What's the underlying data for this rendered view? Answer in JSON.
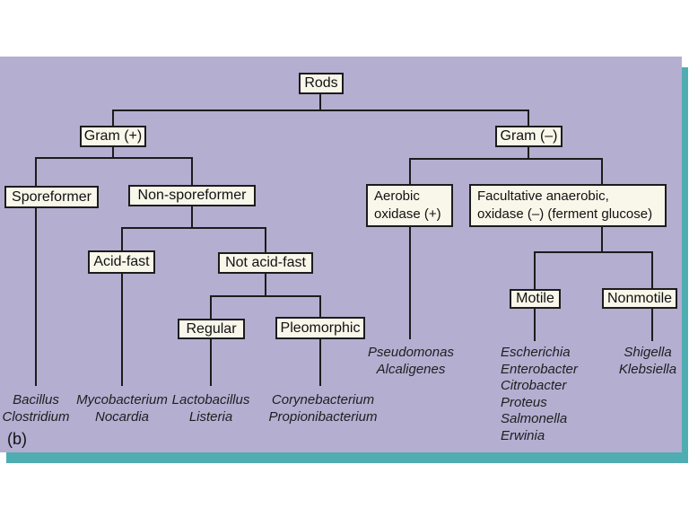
{
  "figure_label": "(b)",
  "colors": {
    "panel_background": "#b4aed1",
    "edge_accent_teal": "#4fadb2",
    "node_fill": "#f9f6ea",
    "line_color": "#1c1c1c"
  },
  "nodes": {
    "rods": "Rods",
    "gram_positive": "Gram (+)",
    "gram_negative": "Gram (–)",
    "sporeformer": "Sporeformer",
    "non_sporeformer": "Non-sporeformer",
    "acid_fast": "Acid-fast",
    "not_acid_fast": "Not acid-fast",
    "regular": "Regular",
    "pleomorphic": "Pleomorphic",
    "aerobic_oxidase": "Aerobic\noxidase (+)",
    "facultative_anaerobic": "Facultative anaerobic,\noxidase (–) (ferment glucose)",
    "motile": "Motile",
    "nonmotile": "Nonmotile"
  },
  "organisms": {
    "under_sporeformer": "Bacillus\nClostridium",
    "under_acid_fast": "Mycobacterium\nNocardia",
    "under_regular": "Lactobacillus\nListeria",
    "under_pleomorphic": "Corynebacterium\nPropionibacterium",
    "under_aerobic": "Pseudomonas\nAlcaligenes",
    "under_motile": "Escherichia\nEnterobacter\nCitrobacter\nProteus\nSalmonella\nErwinia",
    "under_nonmotile": "Shigella\nKlebsiella"
  }
}
